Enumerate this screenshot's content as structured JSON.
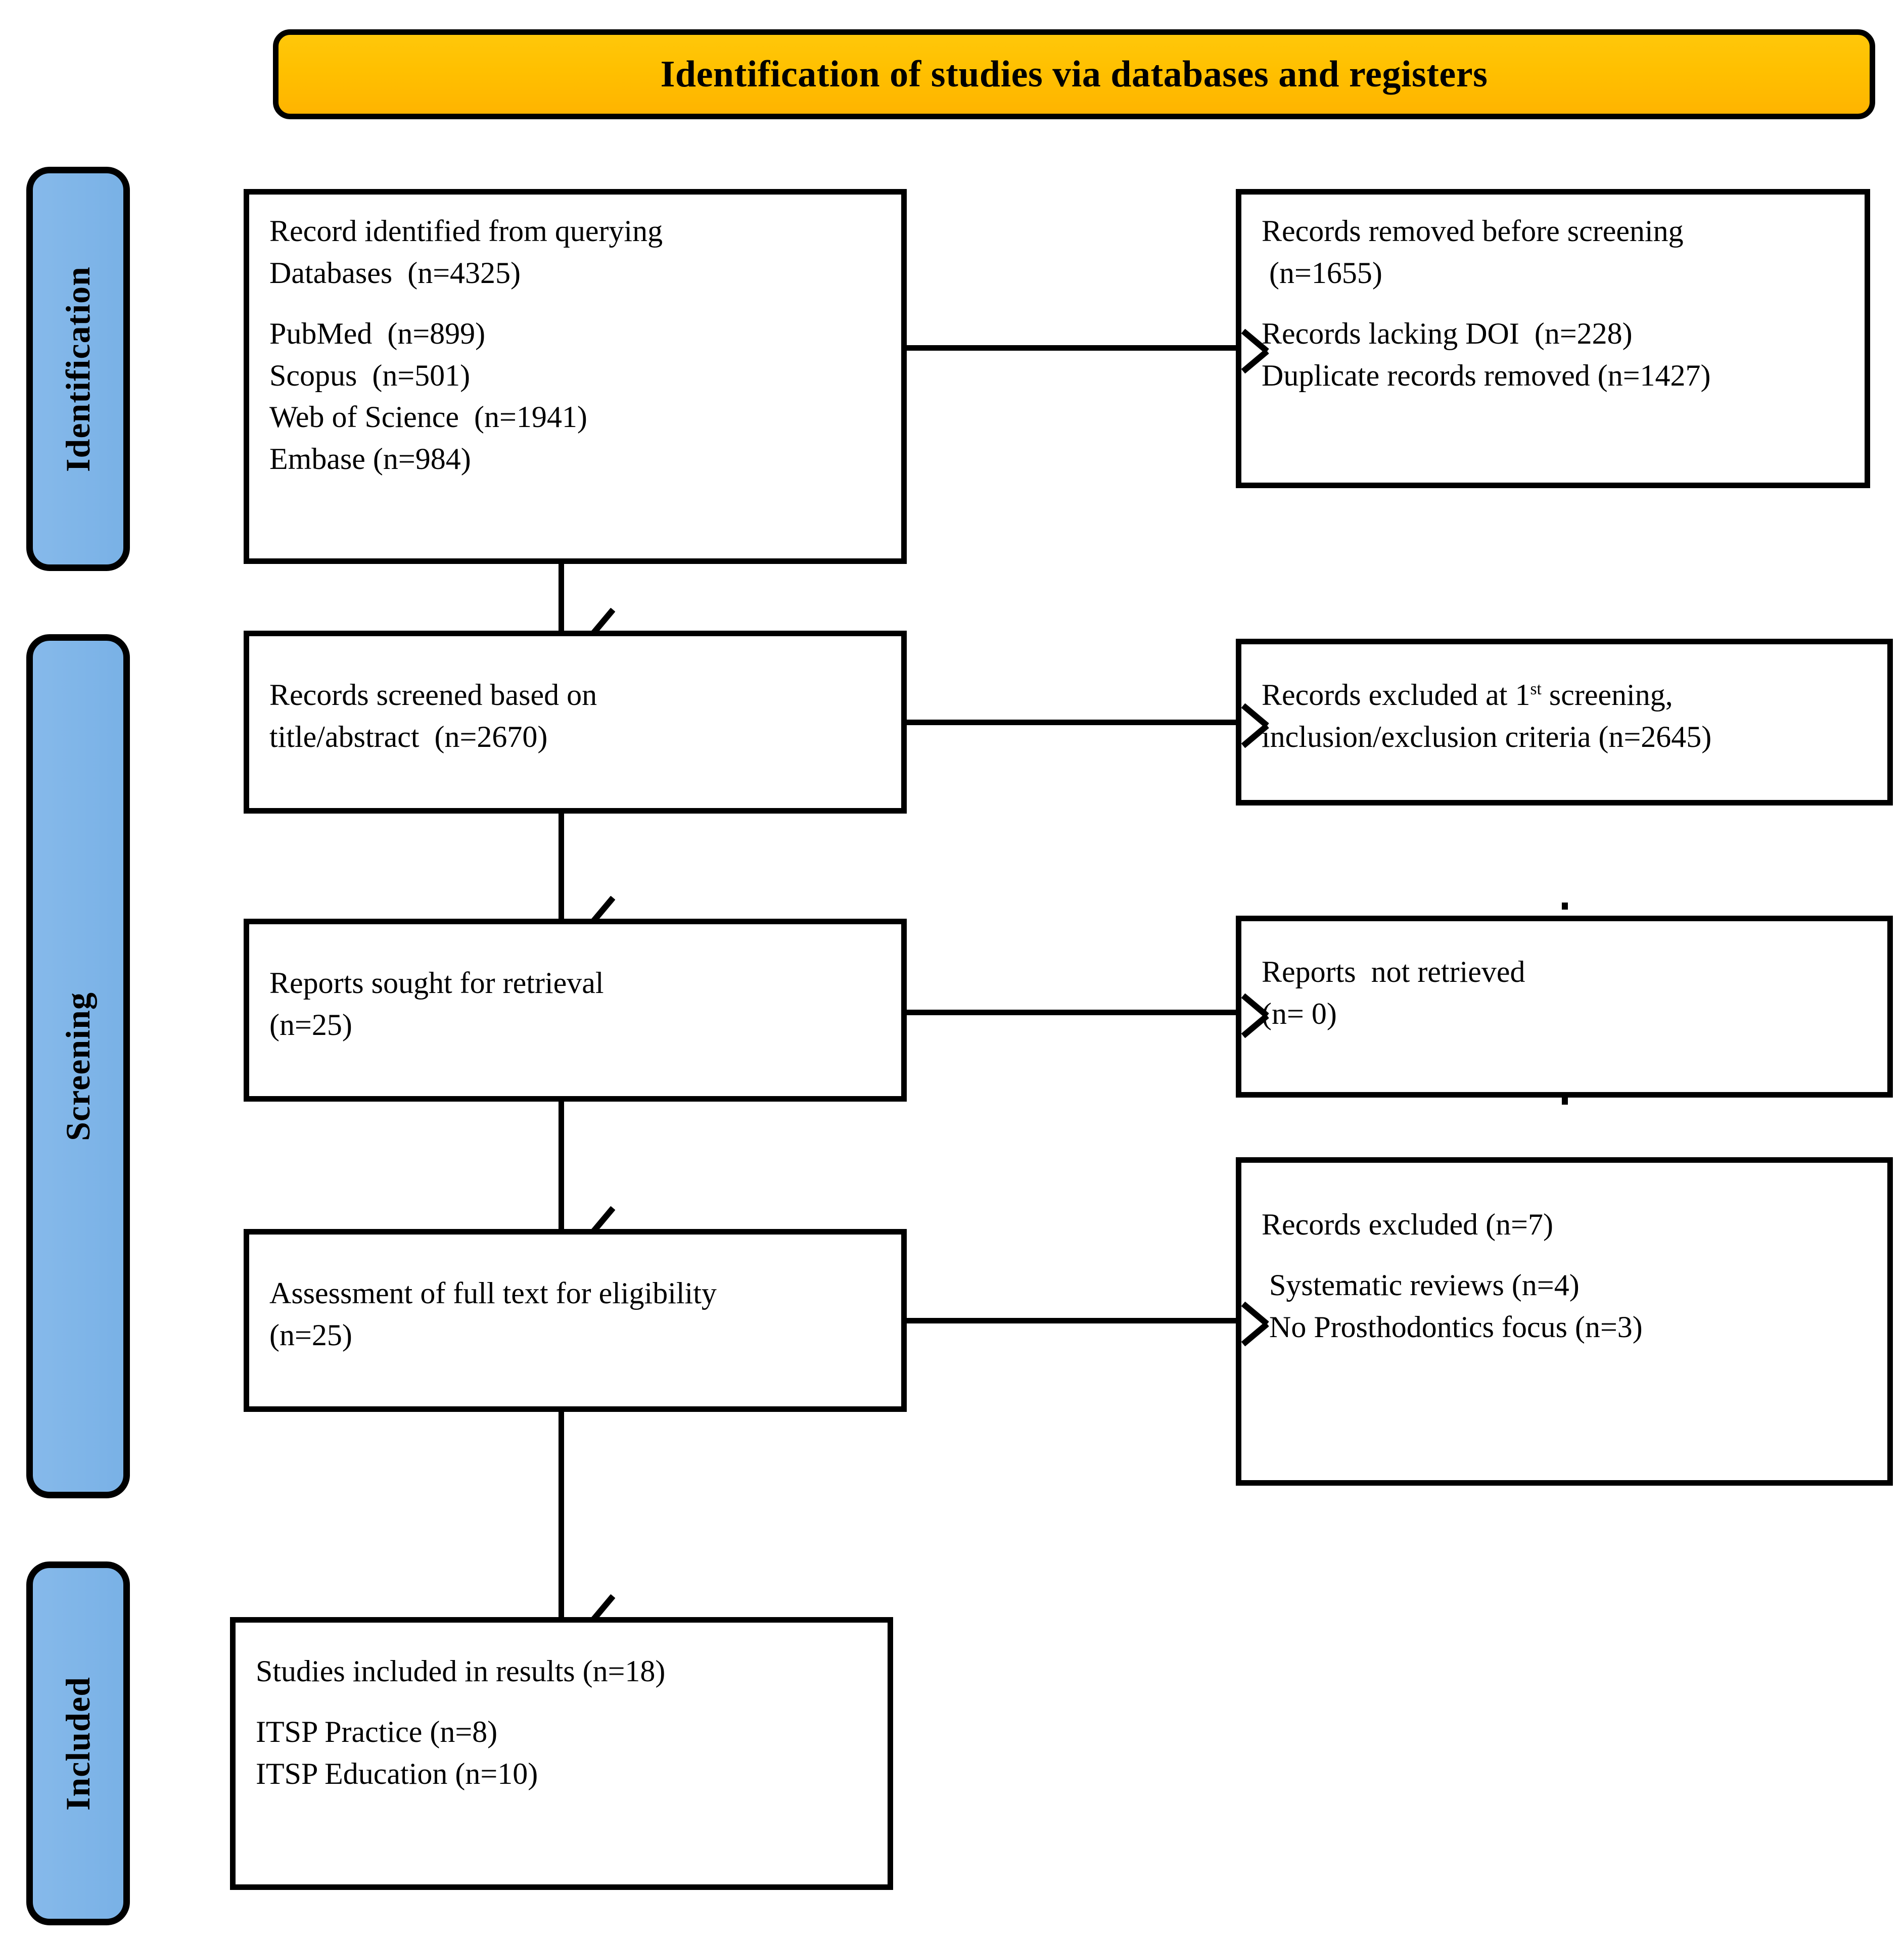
{
  "banner": {
    "title": "Identification of studies via databases and registers",
    "fill_color": "#FFC000",
    "border_color": "#000000"
  },
  "stages": [
    {
      "key": "identification",
      "label": "Identification",
      "fill_color": "#7FB5E8"
    },
    {
      "key": "screening",
      "label": "Screening",
      "fill_color": "#7FB5E8"
    },
    {
      "key": "included",
      "label": "Included",
      "fill_color": "#7FB5E8"
    }
  ],
  "boxes": {
    "identified": {
      "line1": "Record identified from querying",
      "line2": "Databases  (n=4325)",
      "source1": "PubMed  (n=899)",
      "source2": "Scopus  (n=501)",
      "source3": "Web of Science  (n=1941)",
      "source4": "Embase (n=984)"
    },
    "removed": {
      "line1": "Records removed before screening",
      "line2": " (n=1655)",
      "line3": "Records lacking DOI  (n=228)",
      "line4": "Duplicate records removed (n=1427)"
    },
    "screened": {
      "line1": "Records screened based on",
      "line2": "title/abstract  (n=2670)"
    },
    "excluded_first": {
      "line1_pre": "Records excluded at 1",
      "line1_sup": "st",
      "line1_post": " screening,",
      "line2": "inclusion/exclusion criteria (n=2645)"
    },
    "sought": {
      "line1": "Reports sought for retrieval",
      "line2": "(n=25)"
    },
    "not_retrieved": {
      "line1": "Reports  not retrieved",
      "line2": "(n= 0)"
    },
    "assessment": {
      "line1": "Assessment of full text for eligibility",
      "line2": "(n=25)"
    },
    "excluded_second": {
      "line1": "Records excluded (n=7)",
      "line2": " Systematic reviews (n=4)",
      "line3": " No Prosthodontics focus (n=3)"
    },
    "included": {
      "line1": "Studies included in results (n=18)",
      "line2": "ITSP Practice (n=8)",
      "line3": "ITSP Education (n=10)"
    }
  },
  "chart_data": {
    "type": "diagram",
    "diagram_type": "PRISMA-2020-flow",
    "title": "Identification of studies via databases and registers",
    "stages": [
      "Identification",
      "Screening",
      "Included"
    ],
    "nodes": [
      {
        "id": "identified",
        "stage": "Identification",
        "label": "Record identified from querying Databases",
        "n": 4325,
        "breakdown": [
          {
            "label": "PubMed",
            "n": 899
          },
          {
            "label": "Scopus",
            "n": 501
          },
          {
            "label": "Web of Science",
            "n": 1941
          },
          {
            "label": "Embase",
            "n": 984
          }
        ]
      },
      {
        "id": "removed",
        "stage": "Identification",
        "label": "Records removed before screening",
        "n": 1655,
        "breakdown": [
          {
            "label": "Records lacking DOI",
            "n": 228
          },
          {
            "label": "Duplicate records removed",
            "n": 1427
          }
        ]
      },
      {
        "id": "screened",
        "stage": "Screening",
        "label": "Records screened based on title/abstract",
        "n": 2670
      },
      {
        "id": "excluded_first",
        "stage": "Screening",
        "label": "Records excluded at 1st screening, inclusion/exclusion criteria",
        "n": 2645
      },
      {
        "id": "sought",
        "stage": "Screening",
        "label": "Reports sought for retrieval",
        "n": 25
      },
      {
        "id": "not_retrieved",
        "stage": "Screening",
        "label": "Reports not retrieved",
        "n": 0
      },
      {
        "id": "assessment",
        "stage": "Screening",
        "label": "Assessment of full text for eligibility",
        "n": 25
      },
      {
        "id": "excluded_second",
        "stage": "Screening",
        "label": "Records excluded",
        "n": 7,
        "breakdown": [
          {
            "label": "Systematic reviews",
            "n": 4
          },
          {
            "label": "No Prosthodontics focus",
            "n": 3
          }
        ]
      },
      {
        "id": "included",
        "stage": "Included",
        "label": "Studies included in results",
        "n": 18,
        "breakdown": [
          {
            "label": "ITSP Practice",
            "n": 8
          },
          {
            "label": "ITSP Education",
            "n": 10
          }
        ]
      }
    ],
    "edges": [
      {
        "from": "identified",
        "to": "removed",
        "direction": "right"
      },
      {
        "from": "identified",
        "to": "screened",
        "direction": "down"
      },
      {
        "from": "screened",
        "to": "excluded_first",
        "direction": "right"
      },
      {
        "from": "screened",
        "to": "sought",
        "direction": "down"
      },
      {
        "from": "sought",
        "to": "not_retrieved",
        "direction": "right"
      },
      {
        "from": "sought",
        "to": "assessment",
        "direction": "down"
      },
      {
        "from": "assessment",
        "to": "excluded_second",
        "direction": "right"
      },
      {
        "from": "assessment",
        "to": "included",
        "direction": "down"
      }
    ]
  }
}
